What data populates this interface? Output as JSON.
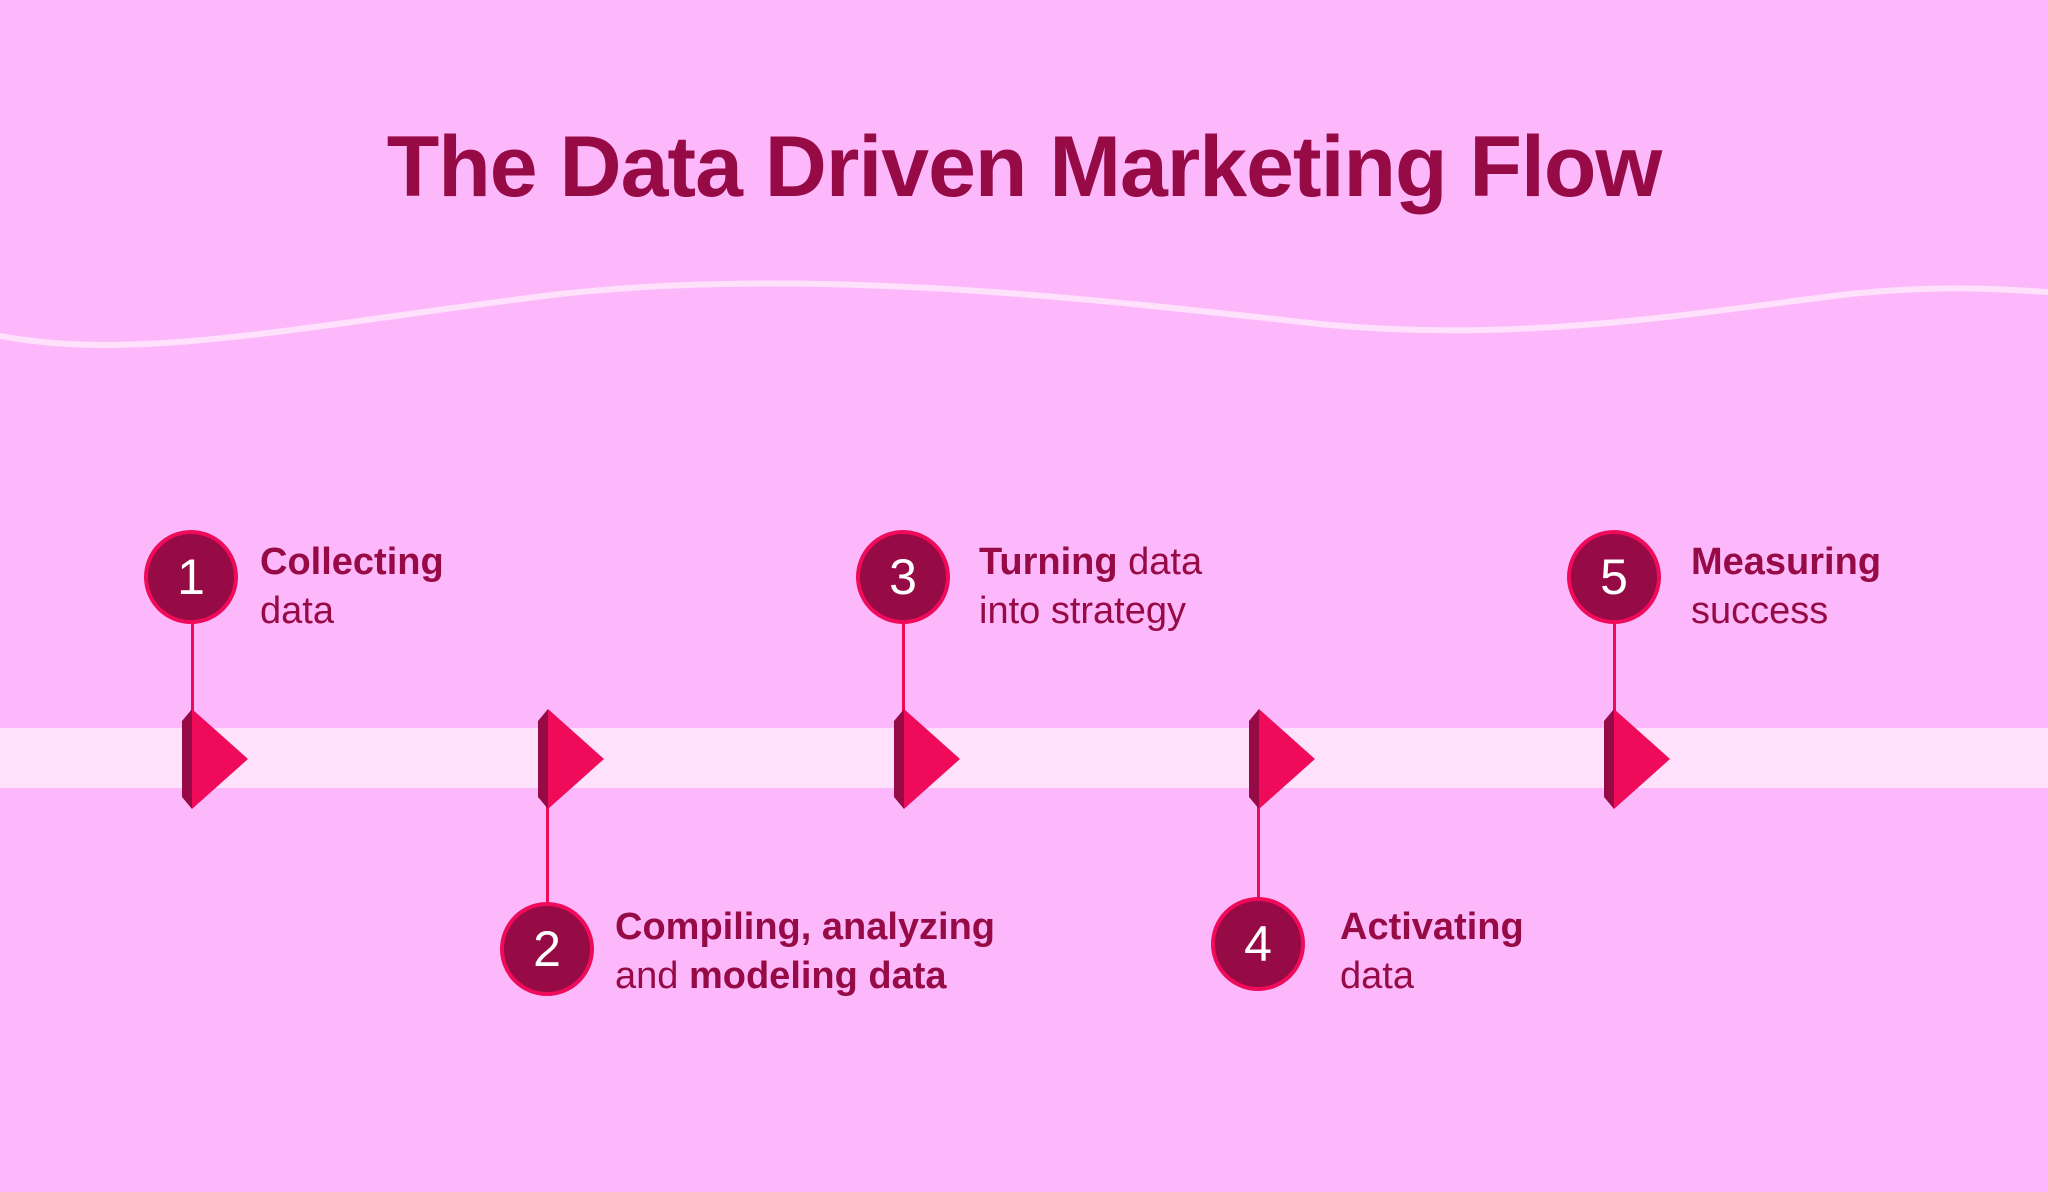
{
  "title": "The Data Driven Marketing Flow",
  "colors": {
    "background": "#fdb8fc",
    "title": "#960a45",
    "track": "#ffe1fc",
    "accent": "#f00a5a",
    "circle": "#960a45"
  },
  "steps": [
    {
      "number": "1",
      "line1_bold": "Collecting",
      "line1_rest": "",
      "line2_regular": "data",
      "line2_bold": ""
    },
    {
      "number": "2",
      "line1_bold": "Compiling, analyzing",
      "line1_rest": "",
      "line2_regular": "and ",
      "line2_bold": "modeling data"
    },
    {
      "number": "3",
      "line1_bold": "Turning",
      "line1_rest": " data",
      "line2_regular": "into strategy",
      "line2_bold": ""
    },
    {
      "number": "4",
      "line1_bold": "Activating",
      "line1_rest": "",
      "line2_regular": "data",
      "line2_bold": ""
    },
    {
      "number": "5",
      "line1_bold": "Measuring",
      "line1_rest": "",
      "line2_regular": "success",
      "line2_bold": ""
    }
  ]
}
